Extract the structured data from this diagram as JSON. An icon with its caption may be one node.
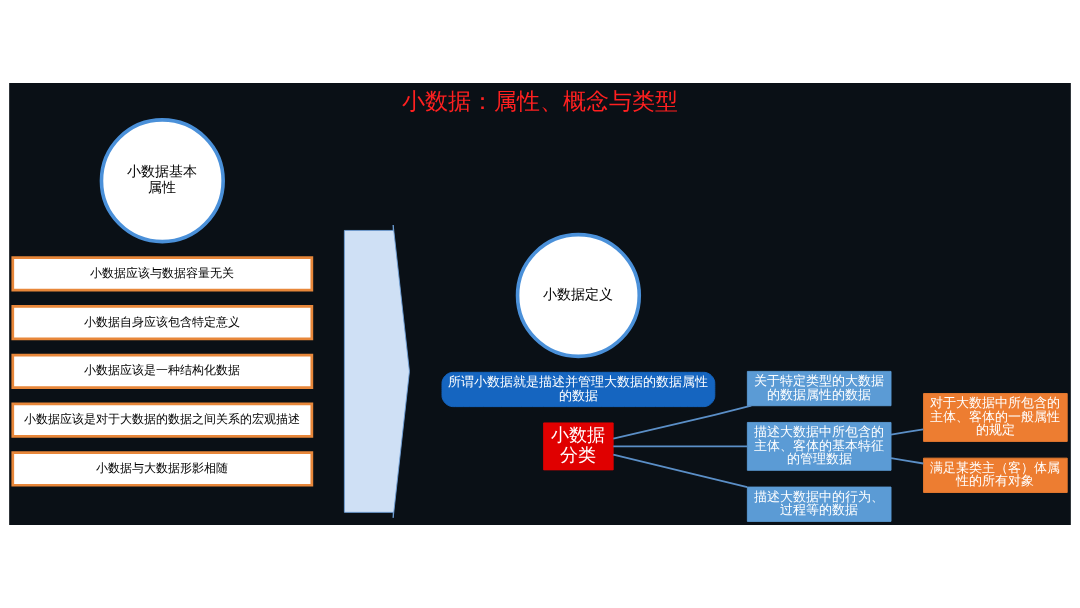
{
  "diagram": {
    "title": "小数据：属性、概念与类型",
    "nodes": [
      {
        "text": [
          "小数据基本属性"
        ]
      },
      {
        "text": [
          "小数据应该与数据容量无关"
        ]
      },
      {
        "text": [
          "小数据自身应该包含特定意义"
        ]
      },
      {
        "text": [
          "小数据应该是一种结构化数据"
        ]
      },
      {
        "text": [
          "小数据应该是对于大数据的数据之间关系的宏观描述"
        ]
      },
      {
        "text": [
          "小数据与大数据形影相随"
        ]
      },
      {
        "text": [],
        "shape": "arrow"
      },
      {
        "text": [
          "小数据定义"
        ]
      },
      {
        "text": [
          "所谓小数据就是描述并管理大数据的数据属性的数据"
        ]
      },
      {
        "text": [
          "小数据分类"
        ]
      },
      {
        "text": [
          "关于特定类型的大数据的数据属性的数据"
        ]
      },
      {
        "text": [
          "描述大数据中所包含的主体、客体的基本特征的管理数据"
        ]
      },
      {
        "text": [
          "描述大数据中的行为、过程等的数据"
        ]
      },
      {
        "text": [
          "对于大数据中所包含的主体、客体的一般属性的规定"
        ]
      },
      {
        "text": [
          "满足某类主（客）体属性的所有对象"
        ]
      }
    ],
    "edges": [
      {
        "from": 9,
        "to": 10,
        "arrow": "none"
      },
      {
        "from": 9,
        "to": 11,
        "arrow": "none"
      },
      {
        "from": 9,
        "to": 12,
        "arrow": "none"
      },
      {
        "from": 11,
        "to": 13,
        "arrow": "none"
      },
      {
        "from": 11,
        "to": 14,
        "arrow": "none"
      }
    ]
  }
}
